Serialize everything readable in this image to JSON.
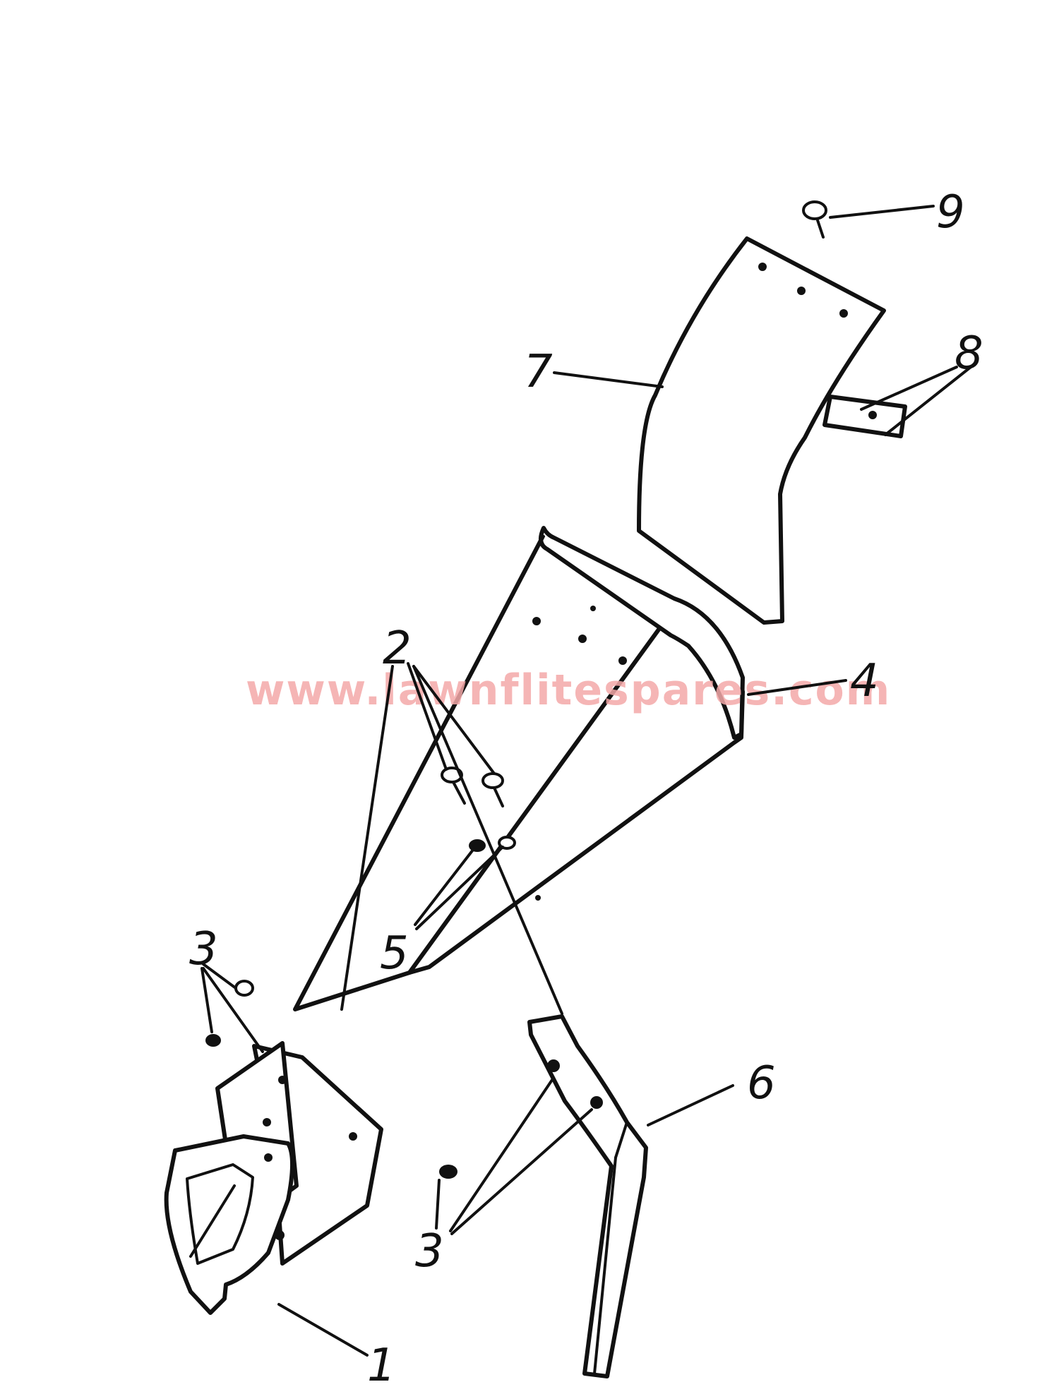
{
  "watermark": {
    "text": "www.lawnflitespares.com",
    "color": "#f4a9a9"
  },
  "callouts": [
    {
      "id": "1",
      "label": "1"
    },
    {
      "id": "2",
      "label": "2"
    },
    {
      "id": "3a",
      "label": "3"
    },
    {
      "id": "3b",
      "label": "3"
    },
    {
      "id": "4",
      "label": "4"
    },
    {
      "id": "5",
      "label": "5"
    },
    {
      "id": "6",
      "label": "6"
    },
    {
      "id": "7",
      "label": "7"
    },
    {
      "id": "8",
      "label": "8"
    },
    {
      "id": "9",
      "label": "9"
    }
  ]
}
